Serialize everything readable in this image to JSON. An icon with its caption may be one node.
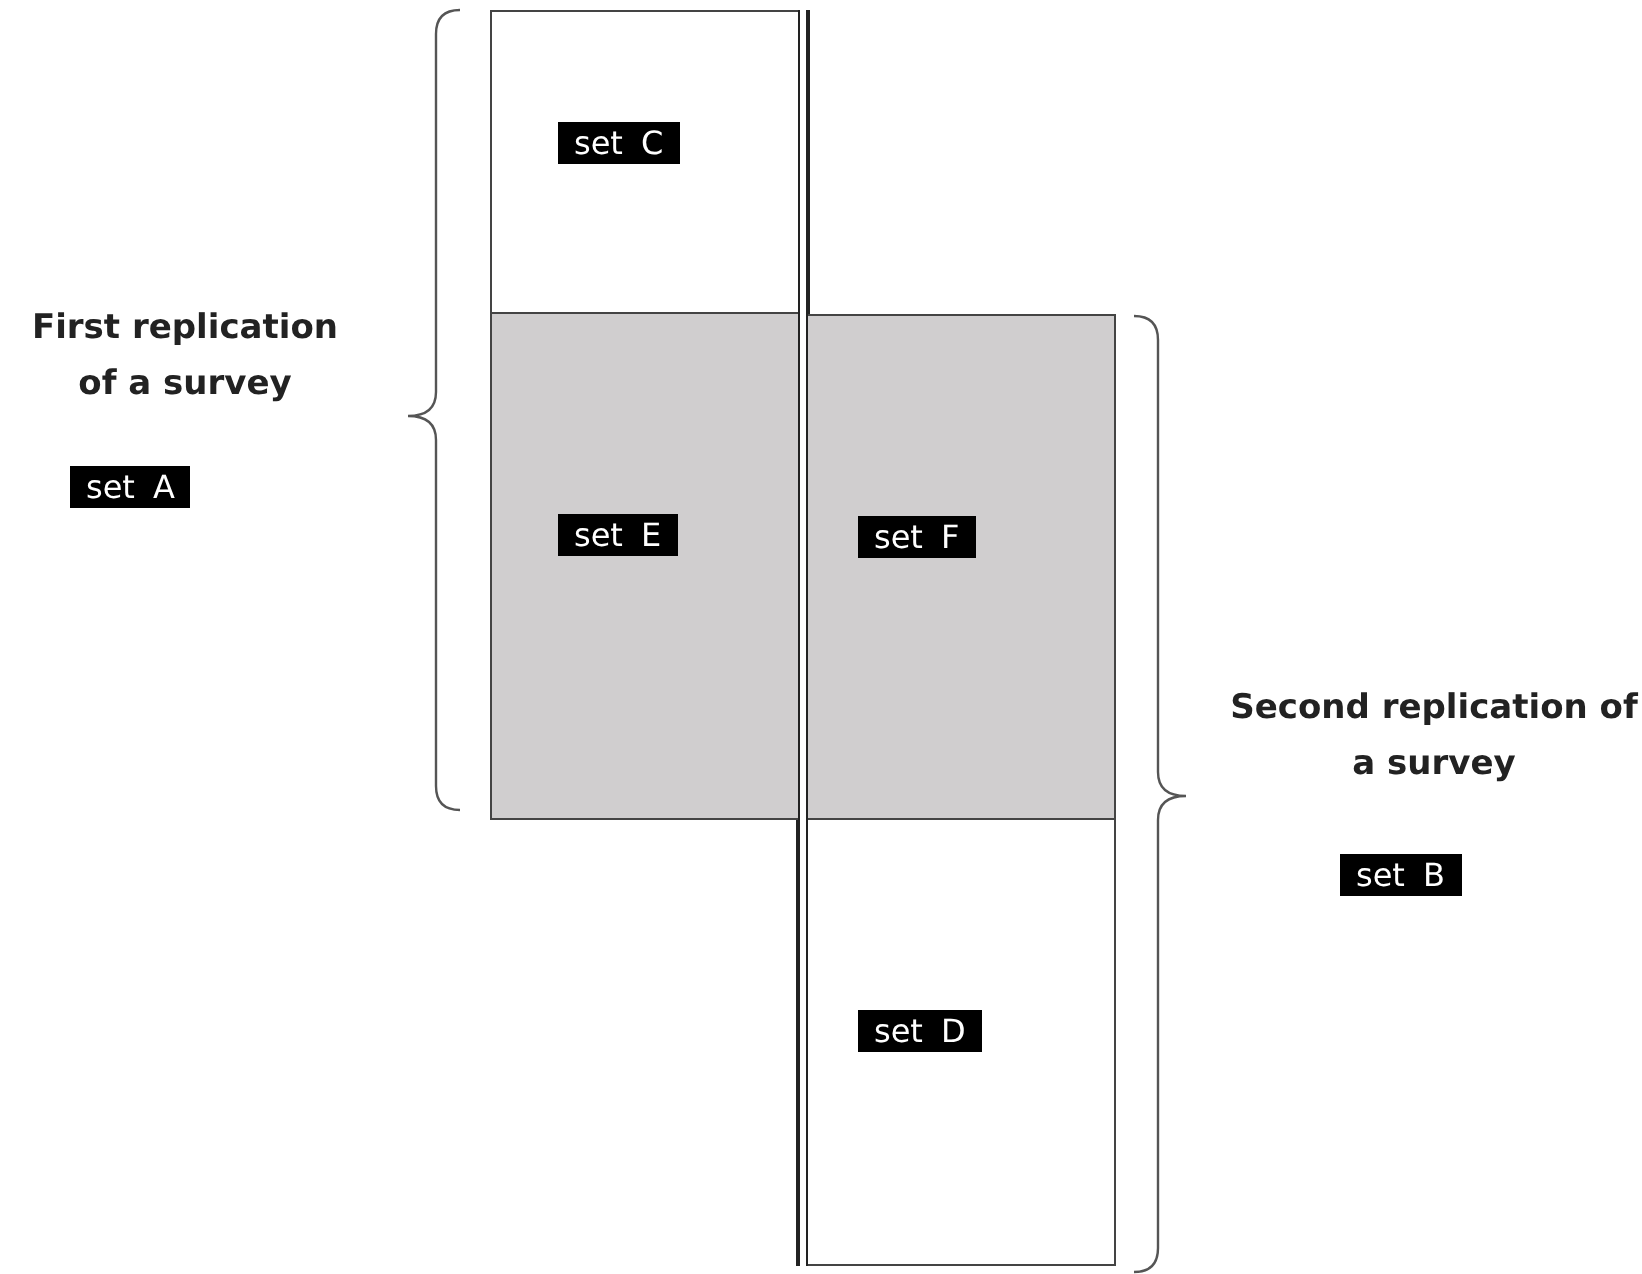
{
  "diagram": {
    "nodes": [
      {
        "text": [
          "set C"
        ]
      },
      {
        "text": [
          "set E"
        ]
      },
      {
        "text": [
          "set F"
        ]
      },
      {
        "text": [
          "set D"
        ]
      }
    ],
    "edges": [],
    "labels": [
      "First replication of a survey",
      "set A",
      "Second replication of a survey",
      "set B"
    ]
  }
}
